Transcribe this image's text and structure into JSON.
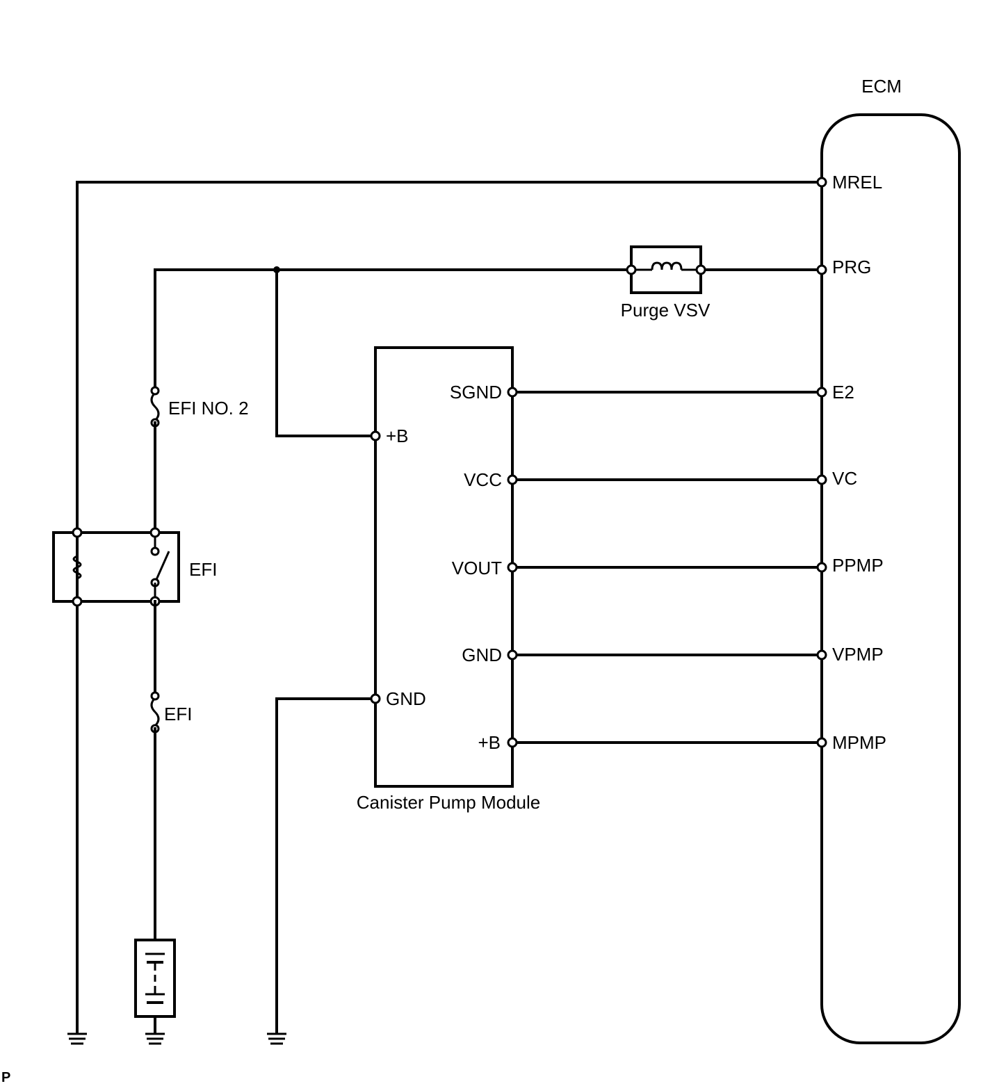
{
  "components": {
    "ecm": "ECM",
    "purge_vsv": "Purge VSV",
    "canister_pump_module": "Canister Pump Module",
    "efi_relay": "EFI",
    "efi_no2_fuse": "EFI NO. 2",
    "efi_fuse": "EFI"
  },
  "ecm_pins": {
    "mrel": "MREL",
    "prg": "PRG",
    "e2": "E2",
    "vc": "VC",
    "ppmp": "PPMP",
    "vpmp": "VPMP",
    "mpmp": "MPMP"
  },
  "module_pins": {
    "plus_b_left": "+B",
    "gnd_left": "GND",
    "sgnd": "SGND",
    "vcc": "VCC",
    "vout": "VOUT",
    "gnd_right": "GND",
    "plus_b_right": "+B"
  },
  "corner_mark": "P"
}
